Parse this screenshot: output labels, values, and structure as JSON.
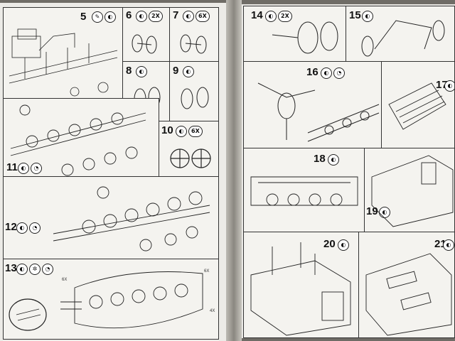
{
  "sheet": {
    "left_page": {
      "steps": [
        {
          "number": "5",
          "marks": [
            "brush-icon",
            "paint-icon"
          ]
        },
        {
          "number": "6",
          "marks": [
            "paint-icon"
          ],
          "qty": "2X"
        },
        {
          "number": "7",
          "marks": [
            "paint-icon"
          ],
          "qty": "6X"
        },
        {
          "number": "8",
          "marks": [
            "paint-icon"
          ]
        },
        {
          "number": "9",
          "marks": [
            "paint-icon"
          ]
        },
        {
          "number": "10",
          "marks": [
            "paint-icon"
          ],
          "qty": "6X"
        },
        {
          "number": "11",
          "marks": [
            "paint-icon",
            "glue-icon"
          ]
        },
        {
          "number": "12",
          "marks": [
            "paint-icon",
            "glue-icon"
          ]
        },
        {
          "number": "13",
          "marks": [
            "paint-icon",
            "decal-icon",
            "glue-icon"
          ]
        }
      ],
      "callouts": {
        "step13_right": "6X",
        "step13_bottom_right": "4X",
        "step13_left": "6X"
      }
    },
    "right_page": {
      "steps": [
        {
          "number": "14",
          "marks": [
            "paint-icon"
          ],
          "qty": "2X"
        },
        {
          "number": "15",
          "marks": [
            "paint-icon"
          ]
        },
        {
          "number": "16",
          "marks": [
            "paint-icon",
            "glue-icon"
          ]
        },
        {
          "number": "17",
          "marks": [
            "paint-icon"
          ]
        },
        {
          "number": "18",
          "marks": [
            "paint-icon"
          ]
        },
        {
          "number": "19",
          "marks": [
            "paint-icon"
          ]
        },
        {
          "number": "20",
          "marks": [
            "paint-icon"
          ]
        },
        {
          "number": "21",
          "marks": [
            "paint-icon"
          ]
        }
      ]
    }
  }
}
